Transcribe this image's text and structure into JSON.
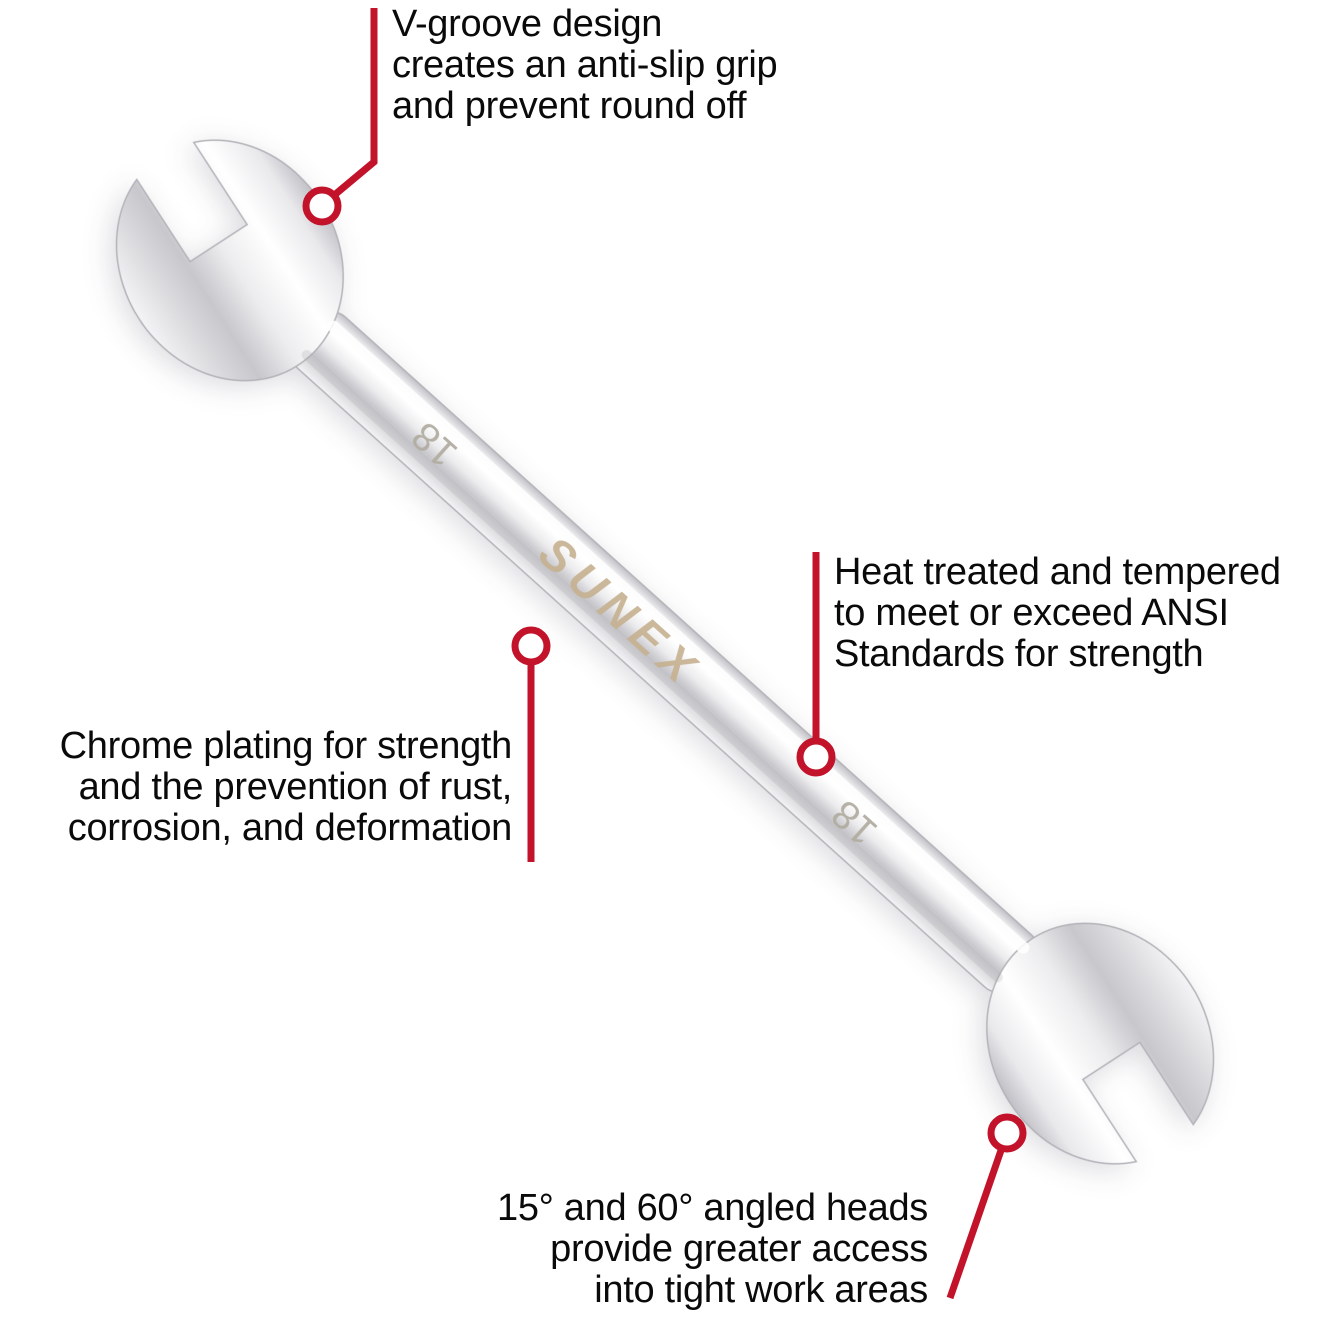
{
  "image_title": "Sunex angled open-end wrench feature diagram",
  "accent_color": "#c2132b",
  "background_color": "#ffffff",
  "wrench": {
    "stamp_top": "18",
    "brand": "SUNEX",
    "stamp_bottom": "18",
    "chrome_highlight": "#ffffff",
    "chrome_mid": "#e6e6e9",
    "chrome_dark": "#c3c3c8",
    "brand_color": "#c6b190",
    "stamp_color": "#b3ada2"
  },
  "callouts": [
    {
      "id": "v-groove",
      "lines": [
        "V-groove design",
        "creates an anti-slip grip",
        "and prevent round off"
      ]
    },
    {
      "id": "heat-treated",
      "lines": [
        "Heat treated and tempered",
        "to meet or exceed ANSI",
        "Standards for strength"
      ]
    },
    {
      "id": "chrome-plating",
      "lines": [
        "Chrome plating for strength",
        "and the prevention of rust,",
        "corrosion, and deformation"
      ]
    },
    {
      "id": "angled-heads",
      "lines": [
        "15° and 60° angled heads",
        "provide greater access",
        "into tight work areas"
      ]
    }
  ]
}
